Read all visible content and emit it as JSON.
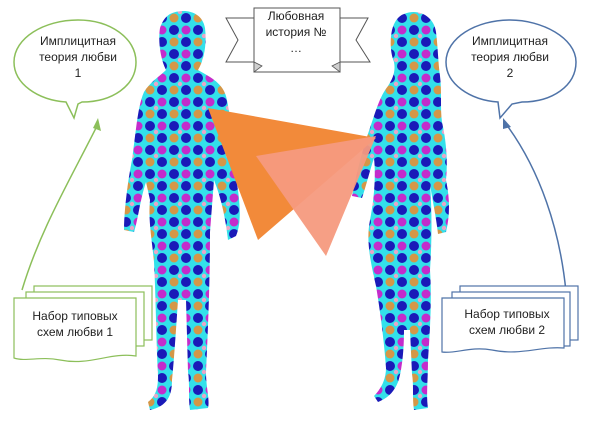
{
  "story_banner": {
    "line1": "Любовная",
    "line2": "история №",
    "line3": "…"
  },
  "left_person": {
    "theory_line1": "Имплицитная",
    "theory_line2": "теория любви",
    "theory_line3": "1",
    "schemas_line1": "Набор типовых",
    "schemas_line2": "схем любви 1"
  },
  "right_person": {
    "theory_line1": "Имплицитная",
    "theory_line2": "теория любви",
    "theory_line3": "2",
    "schemas_line1": "Набор типовых",
    "schemas_line2": "схем любви 2"
  },
  "colors": {
    "silhouette_fill": "#33e0ea",
    "dot_navy": "#1a1ab8",
    "dot_magenta": "#c42ccb",
    "dot_orange": "#f08b2a",
    "triangle_left": "#f28a3a",
    "triangle_right": "#f69a7e",
    "left_accent": "#8cbf5a",
    "right_accent": "#4f73a8"
  }
}
